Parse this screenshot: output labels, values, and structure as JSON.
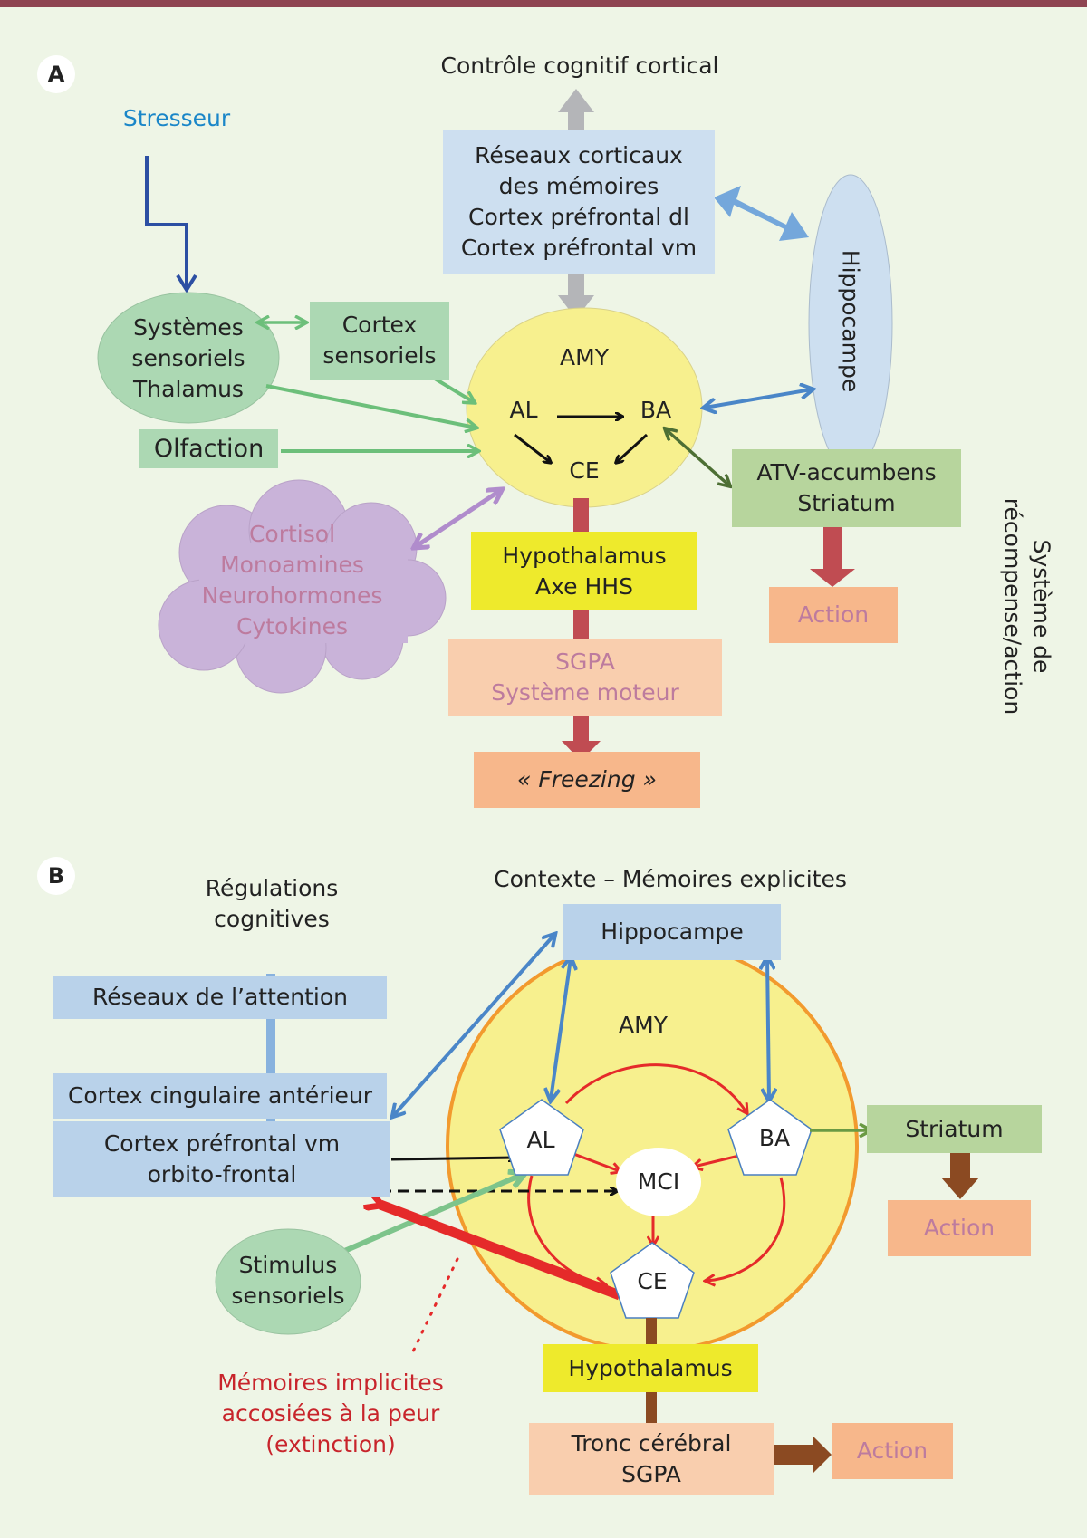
{
  "colors": {
    "background": "#eef5e6",
    "top_bar": "#8e4451",
    "stressor_blue": "#1a86c8",
    "fear_red": "#c8242b",
    "amygdala_yellow": "#f7f08e",
    "amygdala_ring": "#f29a2e"
  },
  "panel_a": {
    "badge": "A",
    "stressor": "Stresseur",
    "top_label": "Contrôle cognitif cortical",
    "cortical_box": "Réseaux corticaux\ndes mémoires\nCortex préfrontal dl\nCortex préfrontal vm",
    "hippocampus": "Hippocampe",
    "sensory_systems": "Systèmes\nsensoriels\nThalamus",
    "sensory_cortex": "Cortex\nsensoriels",
    "olfaction": "Olfaction",
    "amygdala": {
      "label": "AMY",
      "nuclei": [
        "AL",
        "BA",
        "CE"
      ]
    },
    "cloud": "Cortisol\nMonoamines\nNeurohormones\nCytokines",
    "hypothalamus": "Hypothalamus\nAxe HHS",
    "sgpa": "SGPA\nSystème moteur",
    "freezing": "« Freezing »",
    "reward_box": "ATV-accumbens\nStriatum",
    "action": "Action",
    "reward_side_label_1": "Système de",
    "reward_side_label_2": "récompense/action"
  },
  "panel_b": {
    "badge": "B",
    "regulation_label": "Régulations\ncognitives",
    "context_label": "Contexte – Mémoires explicites",
    "hippocampus": "Hippocampe",
    "attention": "Réseaux de l’attention",
    "cingulate": "Cortex cingulaire antérieur",
    "prefrontal": "Cortex préfrontal vm\norbito-frontal",
    "amygdala": {
      "label": "AMY",
      "nuclei": [
        "AL",
        "BA",
        "MCI",
        "CE"
      ]
    },
    "stimulus": "Stimulus\nsensoriels",
    "implicit_memories": "Mémoires implicites\naccosiées à la peur\n(extinction)",
    "striatum": "Striatum",
    "action_1": "Action",
    "hypothalamus": "Hypothalamus",
    "brainstem": "Tronc cérébral\nSGPA",
    "action_2": "Action"
  }
}
